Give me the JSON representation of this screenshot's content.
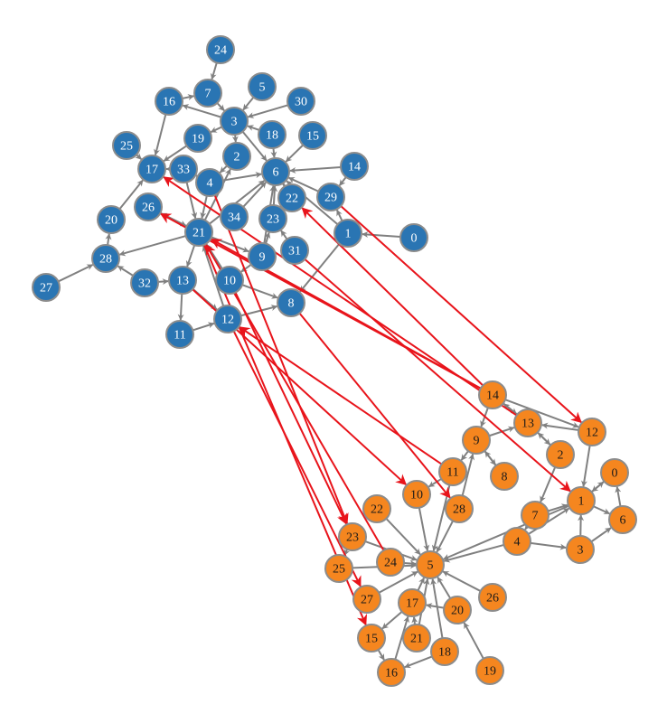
{
  "colors": {
    "group_a": "#2a75b3",
    "group_b": "#f5861f",
    "node_stroke": "#8c8c8c",
    "edge_gray": "#808080",
    "edge_red": "#e8141b",
    "label_a": "#ffffff",
    "label_b": "#1a1a1a"
  },
  "groups": [
    {
      "id": "A",
      "nodes": [
        {
          "label": "24"
        },
        {
          "label": "7"
        },
        {
          "label": "5"
        },
        {
          "label": "16"
        },
        {
          "label": "30"
        },
        {
          "label": "3"
        },
        {
          "label": "19"
        },
        {
          "label": "18"
        },
        {
          "label": "15"
        },
        {
          "label": "25"
        },
        {
          "label": "2"
        },
        {
          "label": "17"
        },
        {
          "label": "33"
        },
        {
          "label": "6"
        },
        {
          "label": "14"
        },
        {
          "label": "4"
        },
        {
          "label": "22"
        },
        {
          "label": "29"
        },
        {
          "label": "26"
        },
        {
          "label": "34"
        },
        {
          "label": "23"
        },
        {
          "label": "20"
        },
        {
          "label": "21"
        },
        {
          "label": "1"
        },
        {
          "label": "0"
        },
        {
          "label": "31"
        },
        {
          "label": "28"
        },
        {
          "label": "9"
        },
        {
          "label": "27"
        },
        {
          "label": "32"
        },
        {
          "label": "13"
        },
        {
          "label": "10"
        },
        {
          "label": "8"
        },
        {
          "label": "12"
        },
        {
          "label": "11"
        }
      ]
    },
    {
      "id": "B",
      "nodes": [
        {
          "label": "14"
        },
        {
          "label": "13"
        },
        {
          "label": "12"
        },
        {
          "label": "9"
        },
        {
          "label": "2"
        },
        {
          "label": "0"
        },
        {
          "label": "11"
        },
        {
          "label": "8"
        },
        {
          "label": "10"
        },
        {
          "label": "28"
        },
        {
          "label": "1"
        },
        {
          "label": "22"
        },
        {
          "label": "7"
        },
        {
          "label": "6"
        },
        {
          "label": "4"
        },
        {
          "label": "23"
        },
        {
          "label": "3"
        },
        {
          "label": "5"
        },
        {
          "label": "24"
        },
        {
          "label": "25"
        },
        {
          "label": "26"
        },
        {
          "label": "27"
        },
        {
          "label": "17"
        },
        {
          "label": "20"
        },
        {
          "label": "15"
        },
        {
          "label": "21"
        },
        {
          "label": "18"
        },
        {
          "label": "16"
        },
        {
          "label": "19"
        }
      ]
    }
  ]
}
